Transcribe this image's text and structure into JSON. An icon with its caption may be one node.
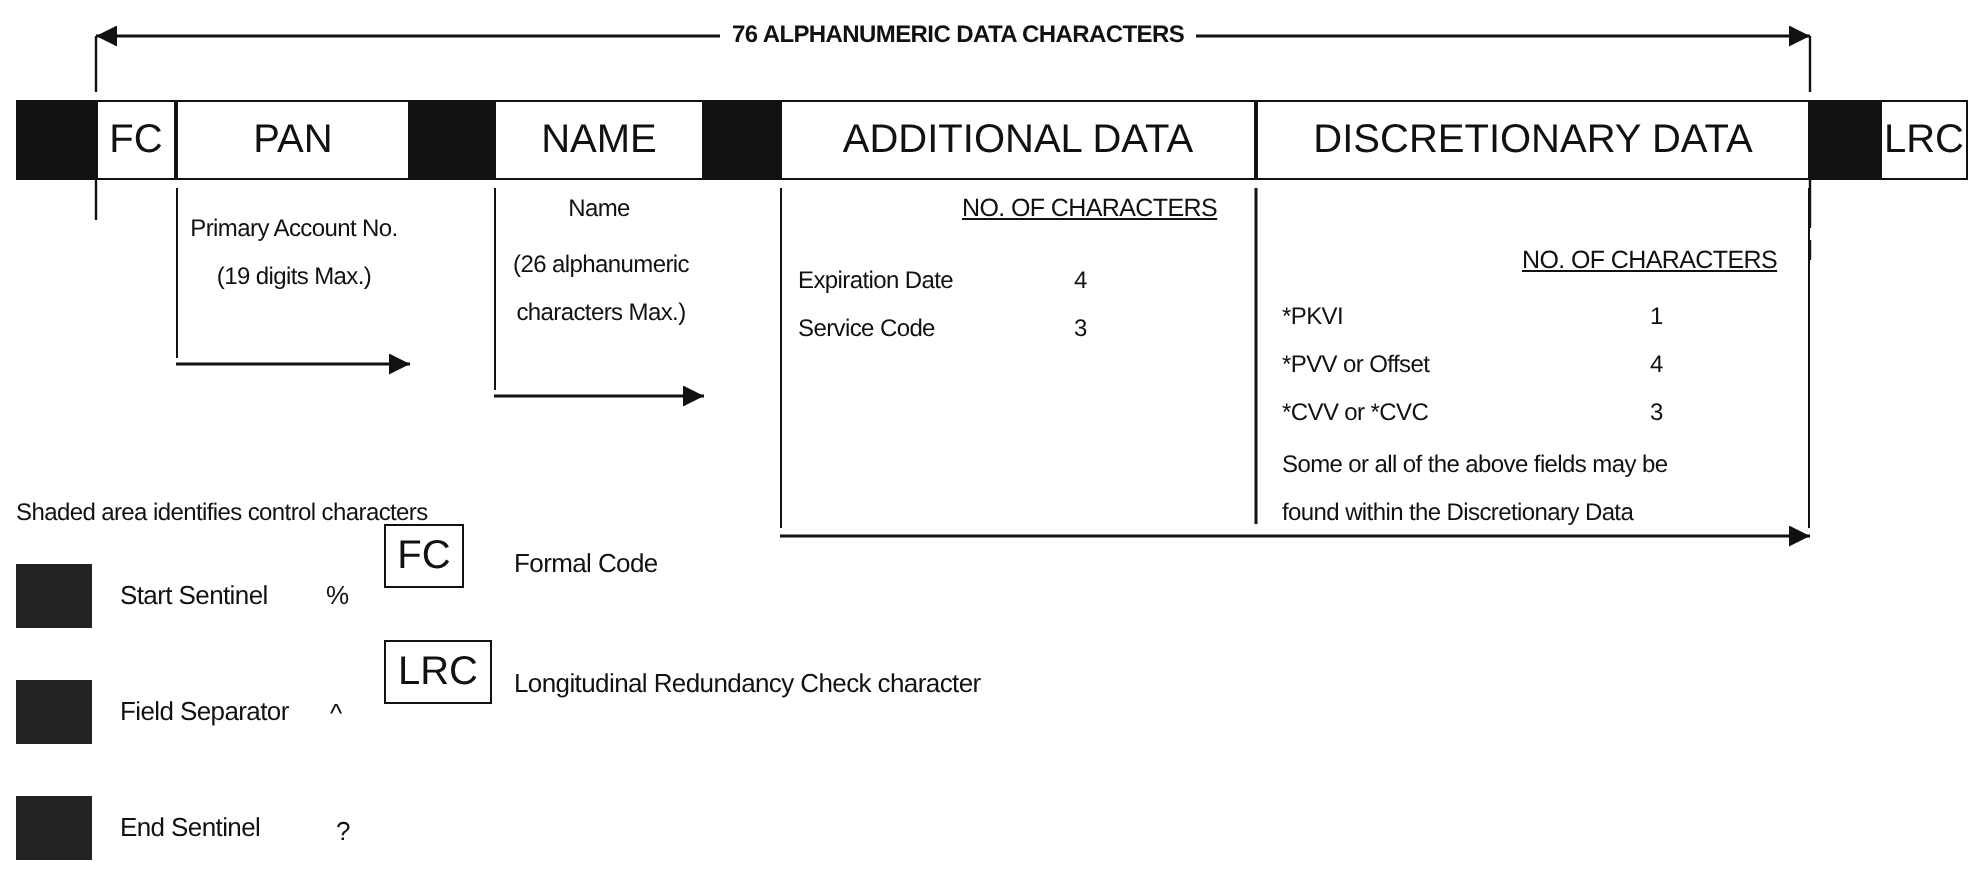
{
  "diagram": {
    "nodes": [
      {
        "text": [],
        "shape": "bar"
      },
      {
        "text": [
          "FC"
        ]
      },
      {
        "text": [
          "PAN"
        ]
      },
      {
        "text": [],
        "shape": "bar"
      },
      {
        "text": [
          "NAME"
        ]
      },
      {
        "text": [],
        "shape": "bar"
      },
      {
        "text": [
          "ADDITIONAL DATA"
        ]
      },
      {
        "text": [
          "DISCRETIONARY DATA"
        ]
      },
      {
        "text": [],
        "shape": "bar"
      },
      {
        "text": [
          "LRC"
        ]
      },
      {
        "text": [
          "Primary Account No. (19 digits Max.)"
        ]
      },
      {
        "text": [
          "Name",
          "(26 alphanumeric characters Max.)"
        ]
      },
      {
        "text": [
          "NO. OF CHARACTERS",
          "Expiration Date",
          "4",
          "Service Code",
          "3",
          "NO. OF CHARACTERS",
          "*PKVI",
          "1",
          "*PVV or Offset",
          "4",
          "*CVV or *CVC",
          "3",
          "Some or all of the above fields may be found within the Discretionary Data"
        ]
      },
      {
        "text": [
          "FC"
        ],
        "beside": [
          "Formal Code"
        ]
      },
      {
        "text": [
          "LRC"
        ],
        "beside": [
          "Longitudinal Redundancy Check character"
        ]
      }
    ],
    "labels": [
      "76 ALPHANUMERIC DATA CHARACTERS",
      "Shaded area identifies control characters",
      "%",
      "^",
      "?"
    ],
    "legend": [
      {
        "text": "Start Sentinel",
        "color": "#222222"
      },
      {
        "text": "Field Separator",
        "color": "#222222"
      },
      {
        "text": "End Sentinel",
        "color": "#222222"
      }
    ]
  }
}
